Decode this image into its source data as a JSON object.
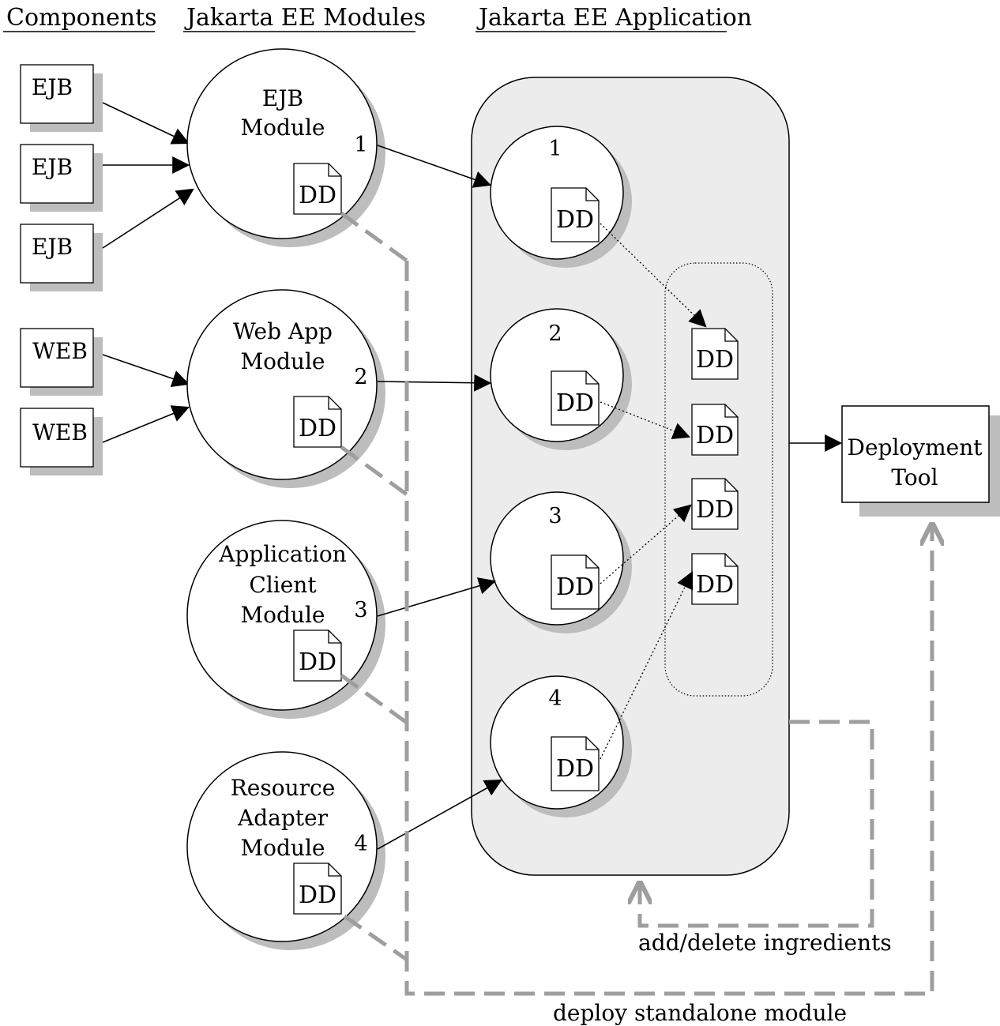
{
  "headers": {
    "components": "Components",
    "modules": "Jakarta EE Modules",
    "application": "Jakarta EE Application"
  },
  "components": [
    "EJB",
    "EJB",
    "EJB",
    "WEB",
    "WEB"
  ],
  "modules": [
    {
      "lines": [
        "EJB",
        "Module"
      ],
      "number": "1"
    },
    {
      "lines": [
        "Web App",
        "Module"
      ],
      "number": "2"
    },
    {
      "lines": [
        "Application",
        "Client",
        "Module"
      ],
      "number": "3"
    },
    {
      "lines": [
        "Resource",
        "Adapter",
        "Module"
      ],
      "number": "4"
    }
  ],
  "app_modules": [
    "1",
    "2",
    "3",
    "4"
  ],
  "dd_label": "DD",
  "deployment_tool": [
    "Deployment",
    "Tool"
  ],
  "captions": {
    "add_delete": "add/delete ingredients",
    "deploy_standalone": "deploy standalone module"
  },
  "colors": {
    "shadow": "#bdbdbd",
    "app_fill": "#ececec",
    "dashed": "#9e9e9e",
    "stroke": "#000000"
  }
}
